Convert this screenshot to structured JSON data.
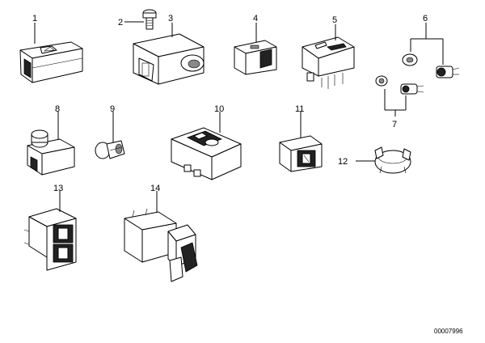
{
  "callouts": [
    "1",
    "2",
    "3",
    "4",
    "5",
    "6",
    "7",
    "8",
    "9",
    "10",
    "11",
    "12",
    "13",
    "14"
  ],
  "document_number": "00007996"
}
